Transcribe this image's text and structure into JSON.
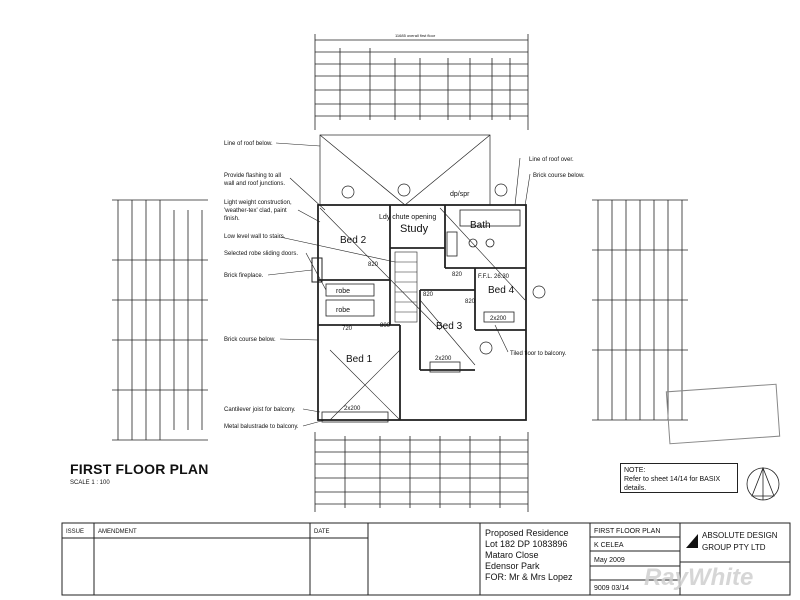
{
  "plan": {
    "title": "FIRST FLOOR PLAN",
    "scale": "SCALE 1 : 100",
    "rooms": {
      "bed1": "Bed 1",
      "bed2": "Bed 2",
      "bed3": "Bed 3",
      "bed4": "Bed 4",
      "study": "Study",
      "bath": "Bath",
      "robe1": "robe",
      "robe2": "robe",
      "lndy_chute": "Ldy chute opening",
      "dp_spr": "dp/spr",
      "ffl": "F.F.L. 26.30"
    },
    "dims": {
      "d820a": "820",
      "d820b": "820",
      "d820c": "820",
      "d820d": "820",
      "d720": "720",
      "d800": "800",
      "w2x200a": "2x200",
      "w2x200b": "2x200",
      "w2x200c": "2x200",
      "top_overall": "11685 overall first floor"
    }
  },
  "annotations": {
    "line_roof_below": "Line of roof below.",
    "flashing_1": "Provide flashing to all",
    "flashing_2": "wall and roof junctions.",
    "lightweight_1": "Light weight construction,",
    "lightweight_2": "'weather-tex' clad, paint",
    "lightweight_3": "finish.",
    "low_wall": "Low level wall to stairs.",
    "robe_doors": "Selected robe sliding doors.",
    "fireplace": "Brick fireplace.",
    "brick_course_left": "Brick course below.",
    "cantilever": "Cantilever joist for balcony.",
    "balustrade": "Metal balustrade to balcony.",
    "line_roof_over": "Line of roof over.",
    "brick_course_right": "Brick course below.",
    "tiled_floor": "Tiled floor to balcony."
  },
  "note": {
    "heading": "NOTE:",
    "body": "Refer to sheet 14/14 for BASIX details."
  },
  "title_block": {
    "issue_header": "ISSUE",
    "amendment_header": "AMENDMENT",
    "date_header": "DATE",
    "project_1": "Proposed Residence",
    "project_2": "Lot 182 DP 1083896",
    "project_3": "Mataro Close",
    "project_4": "Edensor Park",
    "project_5": "FOR: Mr & Mrs Lopez",
    "sheet_title": "FIRST FLOOR PLAN",
    "drawn_by": "K CELEA",
    "date": "May 2009",
    "sheet_no": "9009 03/14",
    "company_1": "ABSOLUTE DESIGN",
    "company_2": "GROUP PTY LTD",
    "watermark": "RayWhite"
  }
}
